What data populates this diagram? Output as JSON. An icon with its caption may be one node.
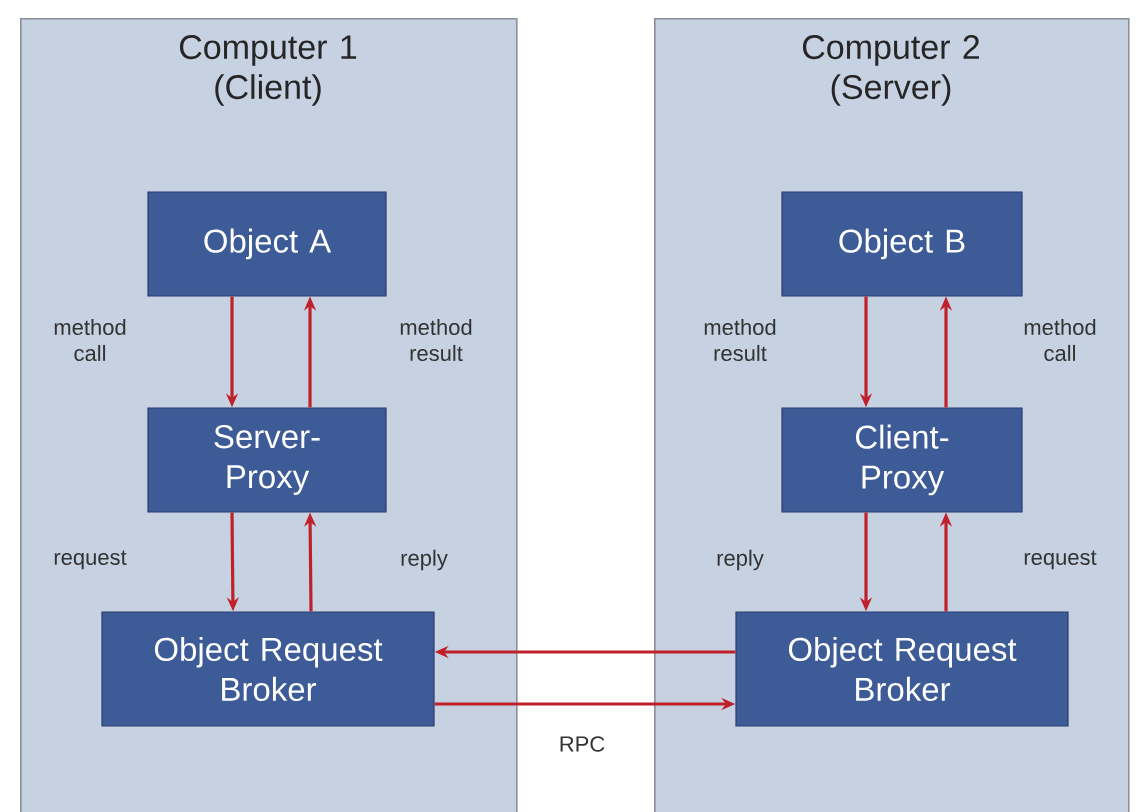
{
  "diagram": {
    "nodes": [
      {
        "text": [
          "Computer 1 (Client)"
        ]
      },
      {
        "text": [
          "Object A"
        ],
        "in": 0
      },
      {
        "text": [
          "Server-Proxy"
        ],
        "in": 0
      },
      {
        "text": [
          "Object Request Broker"
        ],
        "in": 0
      },
      {
        "text": [
          "Computer 2 (Server)"
        ]
      },
      {
        "text": [
          "Object B"
        ],
        "in": 4
      },
      {
        "text": [
          "Client-Proxy"
        ],
        "in": 4
      },
      {
        "text": [
          "Object Request Broker"
        ],
        "in": 4
      }
    ],
    "edges": [
      {
        "from": 1,
        "to": 2,
        "arrow": "to",
        "label": "method call"
      },
      {
        "from": 2,
        "to": 1,
        "arrow": "to",
        "label": "method result"
      },
      {
        "from": 2,
        "to": 3,
        "arrow": "to",
        "label": "request"
      },
      {
        "from": 3,
        "to": 2,
        "arrow": "to",
        "label": "reply"
      },
      {
        "from": 7,
        "to": 3,
        "arrow": "to"
      },
      {
        "from": 3,
        "to": 7,
        "arrow": "to",
        "label": "RPC"
      },
      {
        "from": 5,
        "to": 6,
        "arrow": "to",
        "label": "method result"
      },
      {
        "from": 6,
        "to": 5,
        "arrow": "to",
        "label": "method call"
      },
      {
        "from": 6,
        "to": 7,
        "arrow": "to",
        "label": "reply"
      },
      {
        "from": 7,
        "to": 6,
        "arrow": "to",
        "label": "request"
      }
    ]
  }
}
